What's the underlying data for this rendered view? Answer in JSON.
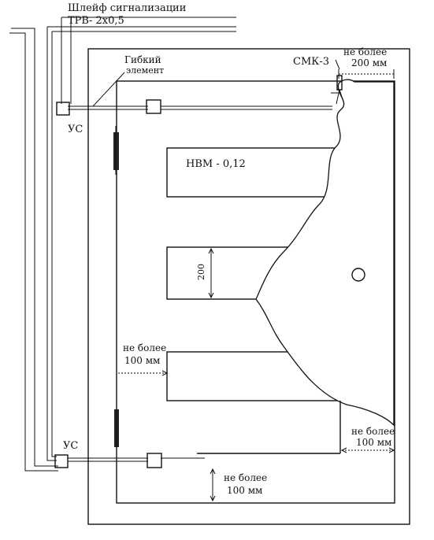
{
  "labels": {
    "loop_line1": "Шлейф сигнализации",
    "loop_line2": "ТРВ- 2х0,5",
    "flex_line1": "Гибкий",
    "flex_line2": "элемент",
    "smk": "СМК-3",
    "top_note_line1": "не более",
    "top_note_line2": "200 мм",
    "us_top": "УС",
    "us_bottom": "УС",
    "nvm": "НВМ - 0,12",
    "dim_200": "200",
    "left_note_line1": "не более",
    "left_note_line2": "100 мм",
    "right_note_line1": "не более",
    "right_note_line2": "100 мм",
    "bottom_note_line1": "не более",
    "bottom_note_line2": "100 мм"
  }
}
